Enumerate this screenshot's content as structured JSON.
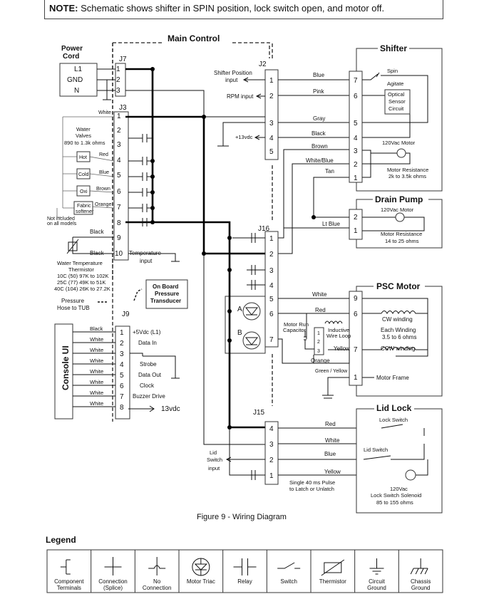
{
  "note": {
    "prefix": "NOTE:",
    "text": " Schematic shows shifter in SPIN position, lock switch open, and motor off."
  },
  "main_control": {
    "title": "Main Control"
  },
  "power_cord": {
    "title_line1": "Power",
    "title_line2": "Cord",
    "l1": "L1",
    "gnd": "GND",
    "n": "N"
  },
  "j7": {
    "name": "J7",
    "pins": [
      "1",
      "2",
      "3"
    ]
  },
  "j3": {
    "name": "J3",
    "pins": [
      "1",
      "2",
      "3",
      "4",
      "5",
      "6",
      "7",
      "8",
      "9",
      "10"
    ],
    "white": "White"
  },
  "water_valves": {
    "line1": "Water",
    "line2": "Valves",
    "line3": "890 to 1.3k ohms",
    "hot": "Hot",
    "cold": "Cold",
    "oxi": "Oxi",
    "fabric1": "Fabric",
    "fabric2": "softener",
    "red": "Red",
    "blue": "Blue",
    "brown": "Brown",
    "orange": "Orange",
    "not_included1": "Not included",
    "not_included2": "on all models"
  },
  "thermistor": {
    "black1": "Black",
    "black2": "Black",
    "temp1": "Temperature",
    "temp2": "input",
    "l1": "Water Temperature",
    "l2": "Thermistor",
    "l3": "10C (50) 97K to 102K",
    "l4": "25C (77) 49K to 51K",
    "l5": "40C (104) 26K to 27.2K"
  },
  "pressure": {
    "b1": "On Board",
    "b2": "Pressure",
    "b3": "Transducer",
    "h1": "Pressure",
    "h2": "Hose to TUB"
  },
  "j9": {
    "name": "J9",
    "pins": [
      "1",
      "2",
      "3",
      "4",
      "5",
      "6",
      "7",
      "8"
    ],
    "colors": [
      "Black",
      "White",
      "White",
      "White",
      "White",
      "White",
      "White",
      "White"
    ],
    "signals": [
      "+5Vdc (L1)",
      "Data In",
      "",
      "Strobe",
      "Data Out",
      "Clock",
      "Buzzer Drive",
      "13vdc"
    ]
  },
  "console": {
    "label": "Console UI"
  },
  "j2": {
    "name": "J2",
    "pins": [
      "1",
      "2",
      "3",
      "4",
      "5"
    ],
    "shifter_pos1": "Shifter Position",
    "shifter_pos2": "input",
    "rpm": "RPM input",
    "vdc": "+13vdc"
  },
  "shifter": {
    "title": "Shifter",
    "pins": [
      "7",
      "6",
      "5",
      "4",
      "3",
      "2",
      "1"
    ],
    "wires": [
      "Blue",
      "Pink",
      "Gray",
      "Black",
      "Brown",
      "White/Blue",
      "Tan"
    ],
    "spin": "Spin",
    "agitate": "Agitate",
    "optical1": "Optical",
    "optical2": "Sensor",
    "optical3": "Circuit",
    "motor": "120Vac Motor",
    "res1": "Motor Resistance",
    "res2": "2k to 3.5k ohms"
  },
  "drain_pump": {
    "title": "Drain Pump",
    "pins": [
      "2",
      "1"
    ],
    "motor": "120Vac Motor",
    "res1": "Motor Resistance",
    "res2": "14 to 25 ohms",
    "wire": "Lt Blue"
  },
  "j16": {
    "name": "J16",
    "pins": [
      "1",
      "2",
      "3",
      "4",
      "5",
      "6",
      "7"
    ],
    "triac_a": "A",
    "triac_b": "B"
  },
  "psc_motor": {
    "title": "PSC Motor",
    "pins": [
      "9",
      "6",
      "7",
      "1"
    ],
    "white": "White",
    "red": "Red",
    "yellow": "Yellow",
    "orange": "Orange",
    "green_yellow": "Green / Yellow",
    "cap1": "Motor Run",
    "cap2": "Capacitor",
    "ind1": "Inductive",
    "ind2": "Wire Loop",
    "cw": "CW winding",
    "each1": "Each Winding",
    "each2": "3.5 to 6 ohms",
    "ccw": "CCW winding",
    "frame": "Motor Frame",
    "cap_pins": [
      "1",
      "2",
      "3"
    ]
  },
  "j15": {
    "name": "J15",
    "pins": [
      "4",
      "3",
      "2",
      "1"
    ],
    "red": "Red",
    "white": "White",
    "blue": "Blue",
    "yellow": "Yellow",
    "lid1": "Lid",
    "lid2": "Switch",
    "lid3": "input",
    "pulse1": "Single 40 ms Pulse",
    "pulse2": "to Latch or Unlatch"
  },
  "lid_lock": {
    "title": "Lid Lock",
    "lock_switch": "Lock Switch",
    "lid_switch": "Lid Switch",
    "sol1": "120Vac",
    "sol2": "Lock Switch Solenoid",
    "sol3": "85 to 155 ohms"
  },
  "figure": {
    "caption": "Figure 9 - Wiring Diagram"
  },
  "legend": {
    "title": "Legend",
    "items": [
      [
        "Component",
        "Terminals"
      ],
      [
        "Connection",
        "(Splice)"
      ],
      [
        "No",
        "Connection"
      ],
      [
        "Motor Triac",
        ""
      ],
      [
        "Relay",
        ""
      ],
      [
        "Switch",
        ""
      ],
      [
        "Thermistor",
        ""
      ],
      [
        "Circuit",
        "Ground"
      ],
      [
        "Chassis",
        "Ground"
      ]
    ]
  }
}
